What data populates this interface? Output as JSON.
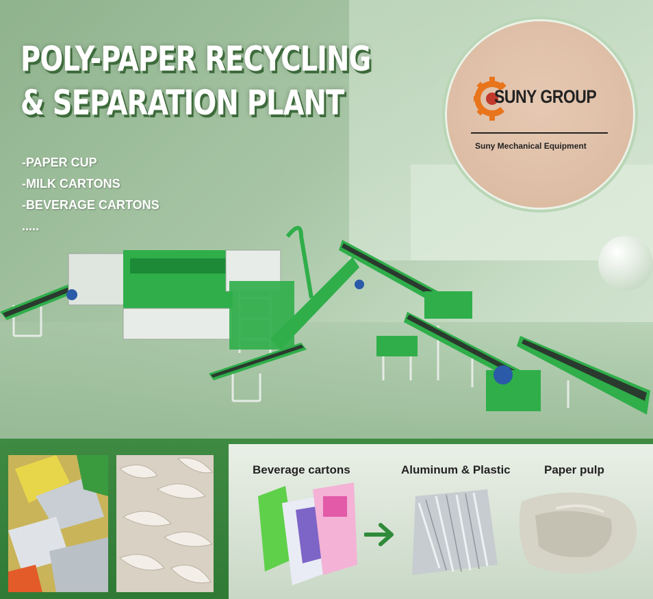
{
  "headline": {
    "line1": "POLY-PAPER RECYCLING",
    "line2": "& SEPARATION PLANT"
  },
  "materials": [
    "-PAPER CUP",
    "-MILK CARTONS",
    "-BEVERAGE CARTONS",
    "....."
  ],
  "brand": {
    "name": "SUNY GROUP",
    "tagline": "Suny Mechanical Equipment",
    "accent": "#e8741c"
  },
  "process": {
    "input_label": "Beverage cartons",
    "output1_label": "Aluminum & Plastic",
    "output2_label": "Paper pulp"
  },
  "colors": {
    "machine_green": "#2fae4a",
    "band_green": "#2f7a35"
  }
}
